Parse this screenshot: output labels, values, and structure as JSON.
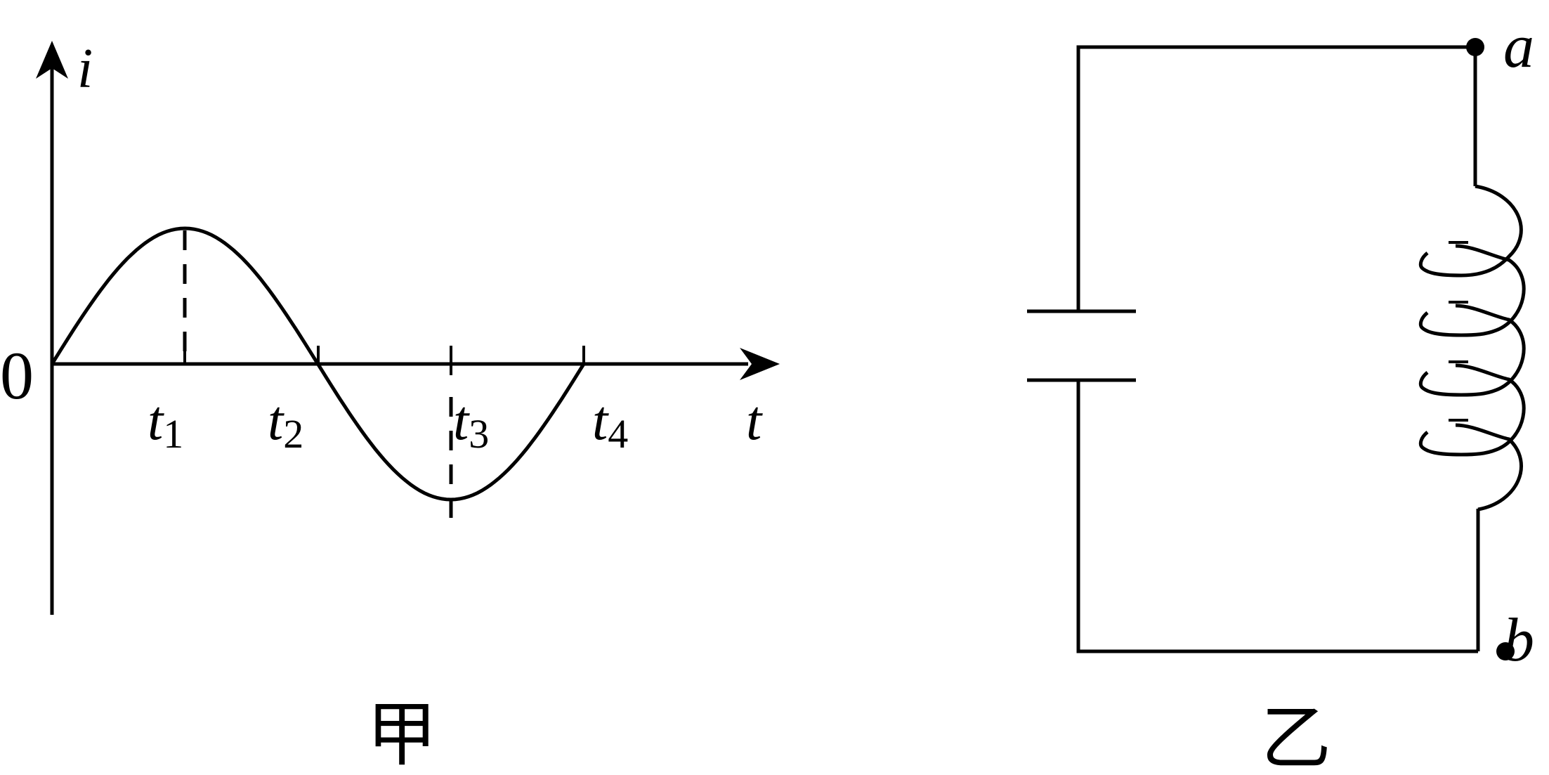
{
  "graph": {
    "panel_label": "甲",
    "y_axis_label": "i",
    "x_axis_label": "t",
    "origin_label": "0",
    "time_marks": [
      {
        "base": "t",
        "sub": "1"
      },
      {
        "base": "t",
        "sub": "2"
      },
      {
        "base": "t",
        "sub": "3"
      },
      {
        "base": "t",
        "sub": "4"
      }
    ]
  },
  "circuit": {
    "panel_label": "乙",
    "terminal_a": "a",
    "terminal_b": "b"
  }
}
